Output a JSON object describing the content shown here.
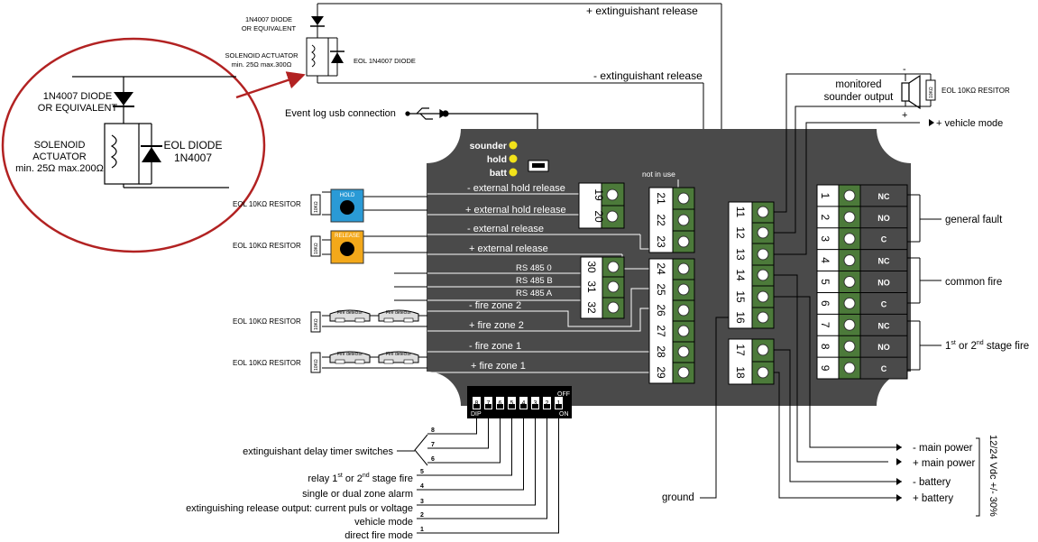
{
  "top": {
    "diode_label_1": "1N4007 DIODE",
    "diode_label_2": "OR EQUIVALENT",
    "solenoid_label_1": "SOLENOID ACTUATOR",
    "solenoid_label_2": "min. 25Ω max.300Ω",
    "eol_diode": "EOL 1N4007 DIODE",
    "ext_release_pos": "+ extinguishant release",
    "ext_release_neg": "- extinguishant release",
    "usb": "Event log usb connection"
  },
  "zoom": {
    "diode_1": "1N4007 DIODE",
    "diode_2": "OR EQUIVALENT",
    "sol_1": "SOLENOID",
    "sol_2": "ACTUATOR",
    "sol_3": "min. 25Ω max.200Ω",
    "eol_1": "EOL DIODE",
    "eol_2": "1N4007"
  },
  "leds": [
    "sounder",
    "hold",
    "batt"
  ],
  "not_in_use": "not in use",
  "left": {
    "hold_btn": "HOLD",
    "release_btn": "RELEASE",
    "resistor": "10KΩ",
    "eol_resistor": "EOL 10KΩ RESITOR",
    "detector": "Fire detector",
    "ext_hold_neg": "- external hold release",
    "ext_hold_pos": "+ external hold release",
    "ext_rel_neg": "- external release",
    "ext_rel_pos": "+ external release",
    "rs485_0": "RS 485 0",
    "rs485_b": "RS 485 B",
    "rs485_a": "RS 485 A",
    "fz2_neg": "-  fire zone 2",
    "fz2_pos": "+ fire zone 2",
    "fz1_neg": "-  fire zone 1",
    "fz1_pos": "+ fire zone 1"
  },
  "terminals": {
    "a": [
      "19",
      "20"
    ],
    "b": [
      "21",
      "22",
      "23"
    ],
    "c": [
      "24",
      "25",
      "26",
      "27",
      "28",
      "29"
    ],
    "d": [
      "30",
      "31",
      "32"
    ],
    "e": [
      "11",
      "12",
      "13",
      "14",
      "15",
      "16"
    ],
    "f": [
      "17",
      "18"
    ],
    "g": [
      "1",
      "2",
      "3",
      "4",
      "5",
      "6",
      "7",
      "8",
      "9"
    ],
    "g_labels": [
      "NC",
      "NO",
      "C",
      "NC",
      "NO",
      "C",
      "NC",
      "NO",
      "C"
    ]
  },
  "right": {
    "monitored_1": "monitored",
    "monitored_2": "sounder output",
    "eol_resistor": "EOL 10KΩ RESITOR",
    "resistor": "10KΩ",
    "minus": "-",
    "plus": "+",
    "vehicle_mode": "+ vehicle mode",
    "general_fault": "general fault",
    "common_fire": "common fire",
    "stage_fire_pre": "1",
    "stage_fire_sup1": "st",
    "stage_fire_mid": " or 2",
    "stage_fire_sup2": "nd",
    "stage_fire_post": " stage fire",
    "main_neg": "- main power",
    "main_pos": "+ main power",
    "batt_neg": "- battery",
    "batt_pos": "+ battery",
    "voltage": "12/24 Vdc +/- 30%",
    "ground": "ground"
  },
  "dip": {
    "off": "OFF",
    "on": "ON",
    "dip": "DIP",
    "switches": [
      "8",
      "7",
      "6",
      "5",
      "4",
      "3",
      "2",
      "1"
    ],
    "numbers": [
      "8",
      "7",
      "6",
      "5",
      "4",
      "3",
      "2",
      "1"
    ],
    "delay_label": "extinguishant delay timer switches",
    "relay_pre": "relay 1",
    "relay_sup1": "st",
    "relay_mid": " or 2",
    "relay_sup2": "nd",
    "relay_post": " stage fire",
    "zone_alarm": "single or dual zone alarm",
    "ext_output": "extinguishing release output: current puls or voltage",
    "vehicle": "vehicle mode",
    "direct": "direct fire mode"
  },
  "colors": {
    "board": "#4a4a4a",
    "terminal": "#4c7a3a",
    "led": "#f2e21a",
    "hold": "#2a9ad6",
    "release": "#f3a81a",
    "zoom": "#b22222"
  }
}
